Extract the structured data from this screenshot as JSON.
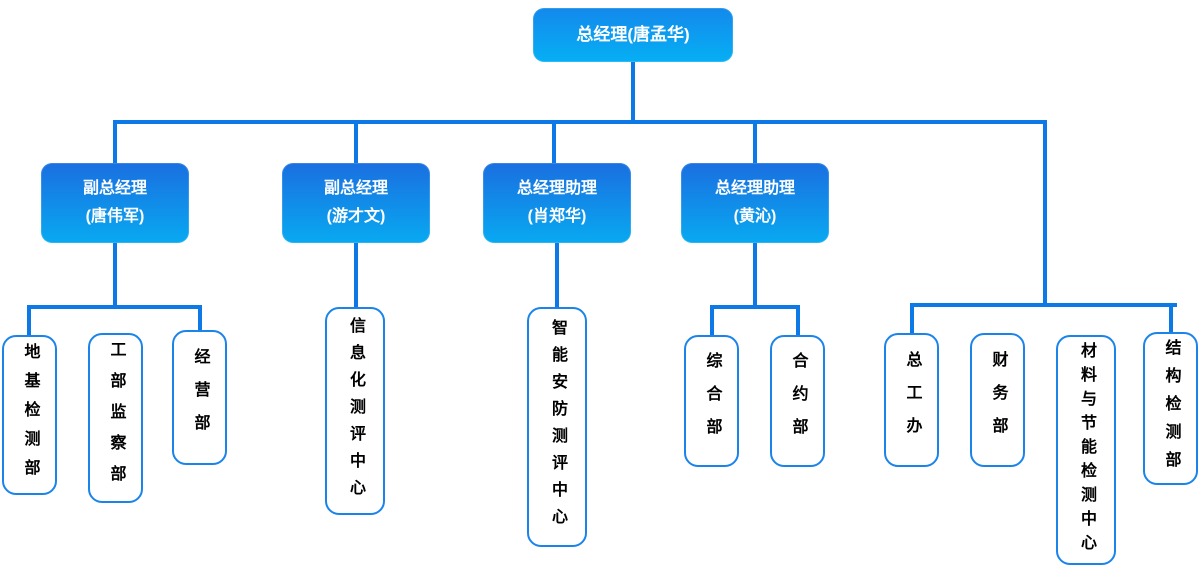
{
  "palette": {
    "line_color": "#0d79e6",
    "manager_box_gradient_top": "#1a6fe0",
    "manager_box_gradient_bottom": "#08a9f1",
    "root_box_gradient_top": "#1389ec",
    "root_box_gradient_bottom": "#06aff4",
    "leaf_border_color": "#1b84ea",
    "leaf_text_color": "#000000",
    "box_text_color": "#ffffff"
  },
  "org": {
    "root": "总经理(唐孟华)",
    "children": [
      {
        "title": "副总经理",
        "name": "(唐伟军)",
        "departments": [
          "地基检测部",
          "工部监察部",
          "经营部"
        ]
      },
      {
        "title": "副总经理",
        "name": "(游才文)",
        "departments": [
          "信息化测评中心"
        ]
      },
      {
        "title": "总经理助理",
        "name": "(肖郑华)",
        "departments": [
          "智能安防测评中心"
        ]
      },
      {
        "title": "总经理助理",
        "name": "(黄沁)",
        "departments": [
          "综合部",
          "合约部"
        ]
      }
    ],
    "root_departments": [
      "总工办",
      "财务部",
      "材料与节能检测中心",
      "结构检测部"
    ]
  }
}
